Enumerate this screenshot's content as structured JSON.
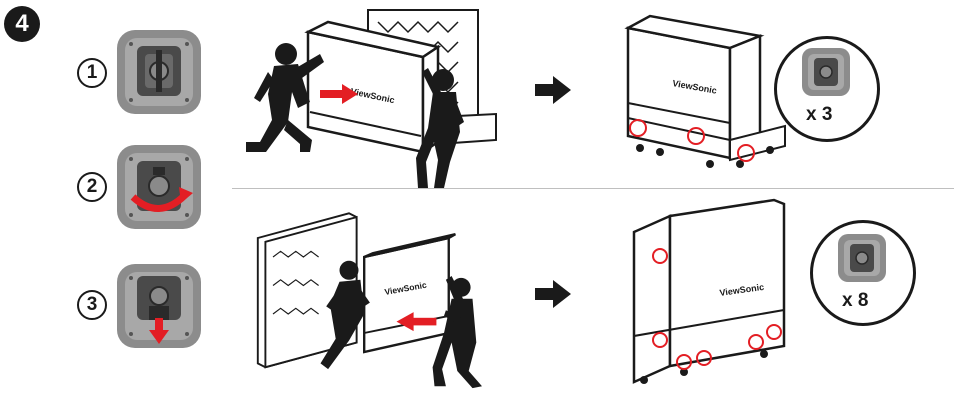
{
  "step": {
    "number": "4"
  },
  "latch_steps": [
    {
      "label": "1",
      "action": "none"
    },
    {
      "label": "2",
      "action": "rotate"
    },
    {
      "label": "3",
      "action": "pull-down"
    }
  ],
  "rows": [
    {
      "brand_text": "ViewSonic",
      "count": "x 3"
    },
    {
      "brand_text": "ViewSonic",
      "count": "x 8"
    }
  ],
  "colors": {
    "accent_red": "#e31e24",
    "ink": "#1a1a1a",
    "latch_outer": "#8c8c8c",
    "latch_plate": "#a8a8a8",
    "latch_dark": "#4a4a4a",
    "divider": "#bfbfbf"
  },
  "icons": [
    "arrow-right-icon",
    "latch-icon",
    "rotate-arrow-icon",
    "pull-down-arrow-icon",
    "push-arrow-icon"
  ]
}
